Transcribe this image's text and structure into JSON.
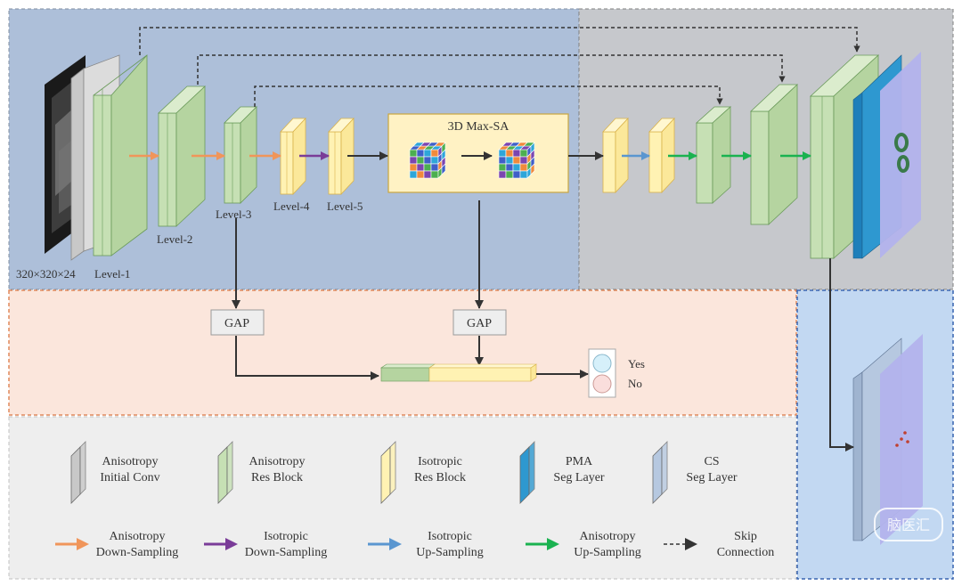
{
  "input_size": "320×320×24",
  "levels": [
    "Level-1",
    "Level-2",
    "Level-3",
    "Level-4",
    "Level-5"
  ],
  "max_sa_title": "3D Max-SA",
  "gap_labels": [
    "GAP",
    "GAP"
  ],
  "classifier": {
    "yes": "Yes",
    "no": "No"
  },
  "legend_blocks": [
    {
      "line1": "Anisotropy",
      "line2": "Initial Conv",
      "color": "#c8c8c8"
    },
    {
      "line1": "Anisotropy",
      "line2": "Res Block",
      "color": "#c6e0b4"
    },
    {
      "line1": "Isotropic",
      "line2": "Res Block",
      "color": "#fff2b3"
    },
    {
      "line1": "PMA",
      "line2": "Seg Layer",
      "color": "#2e98d0"
    },
    {
      "line1": "CS",
      "line2": "Seg Layer",
      "color": "#b6c8e0"
    }
  ],
  "legend_arrows": [
    {
      "line1": "Anisotropy",
      "line2": "Down-Sampling",
      "color": "#f0955a"
    },
    {
      "line1": "Isotropic",
      "line2": "Down-Sampling",
      "color": "#7a3c98"
    },
    {
      "line1": "Isotropic",
      "line2": "Up-Sampling",
      "color": "#5a96d0"
    },
    {
      "line1": "Anisotropy",
      "line2": "Up-Sampling",
      "color": "#1ab250"
    },
    {
      "line1": "Skip",
      "line2": "Connection",
      "color": "#333333"
    }
  ],
  "watermark": "脑医汇"
}
